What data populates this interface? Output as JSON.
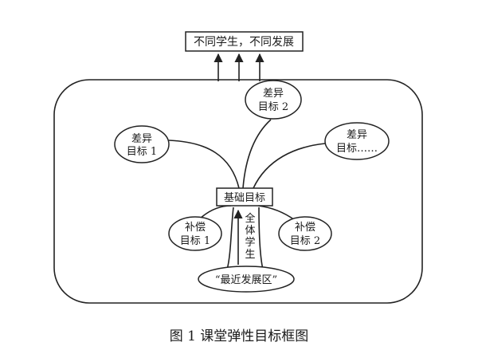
{
  "top_box": "不同学生，不同发展",
  "base_goal": "基础目标",
  "diff_goal_1": {
    "line1": "差异",
    "line2": "目标 1"
  },
  "diff_goal_2": {
    "line1": "差异",
    "line2": "目标 2"
  },
  "diff_goal_n": {
    "line1": "差异",
    "line2": "目标……"
  },
  "comp_goal_1": {
    "line1": "补偿",
    "line2": "目标 1"
  },
  "comp_goal_2": {
    "line1": "补偿",
    "line2": "目标 2"
  },
  "all_students": [
    "全",
    "体",
    "学",
    "生"
  ],
  "zone": "“最近发展区”",
  "caption": "图 1   课堂弹性目标框图"
}
